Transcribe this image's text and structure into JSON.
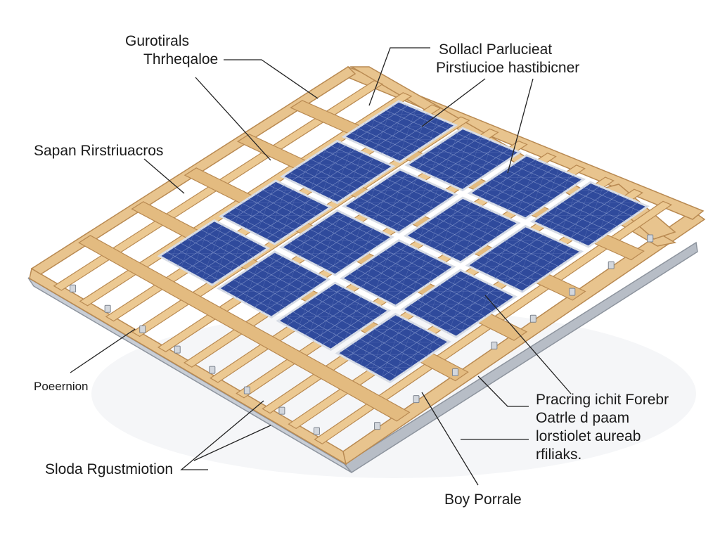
{
  "labels": {
    "top_left": [
      "Gurotirals",
      "Thrheqaloe"
    ],
    "top_right": [
      "Sollacl Parlucieat",
      "Pirstiucioe hastibicner"
    ],
    "mid_left": "Sapan Rirstriuacros",
    "left": "Poeernion",
    "bottom_left": "Sloda Rgustmiotion",
    "right": [
      "Pracring ichit Forebr",
      "Oatrle d paam",
      "lorstiolet aureab",
      "rfiliaks."
    ],
    "bottom": "Boy Porrale"
  },
  "colors": {
    "panel": "#2f4a9c",
    "panel_dark": "#22367a",
    "panel_frame": "#d8dde6",
    "wood": "#e8c48e",
    "wood_edge": "#b98a52",
    "metal": "#c3c8cf",
    "leader": "#222222"
  }
}
